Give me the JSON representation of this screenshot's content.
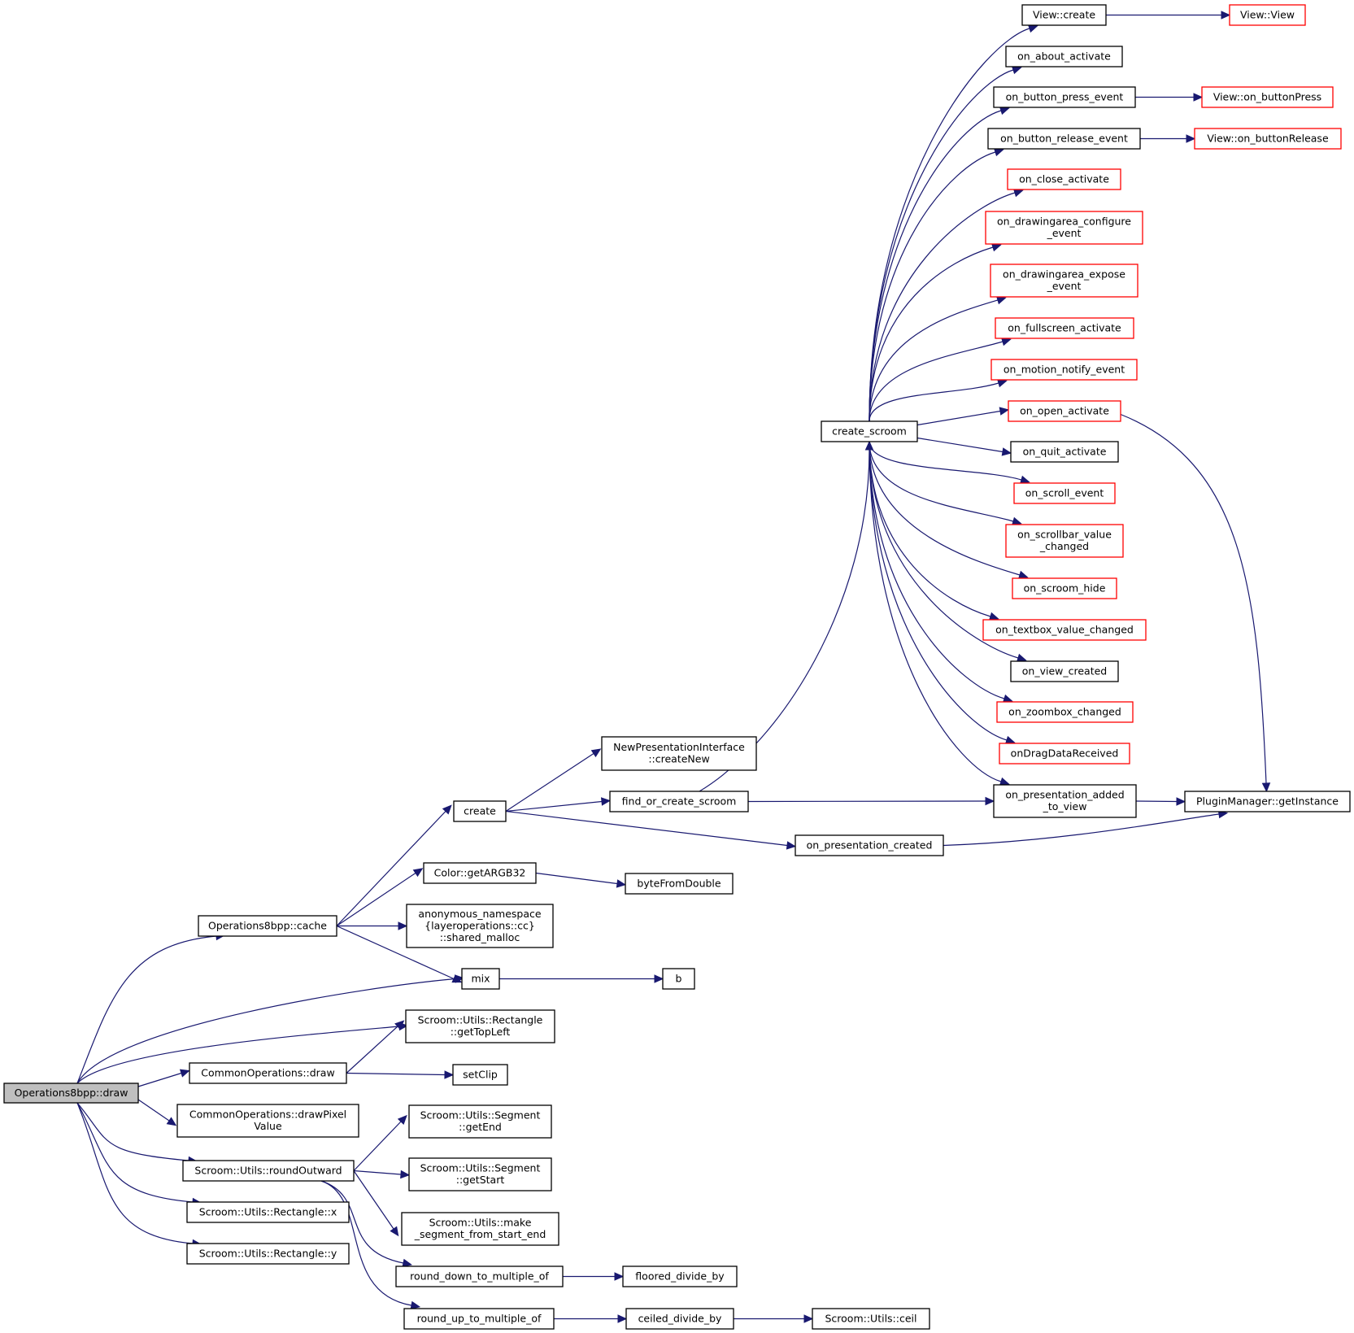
{
  "graph": {
    "title": "Call graph for Operations8bpp::draw",
    "colors": {
      "edge": "#191970",
      "node_border": "#000000",
      "truncated_node_border": "#ff0000",
      "root_fill": "#bfbfbf",
      "node_fill": "#ffffff"
    },
    "nodes": [
      {
        "id": "draw8",
        "lines": [
          "Operations8bpp::draw"
        ],
        "kind": "root"
      },
      {
        "id": "cache",
        "lines": [
          "Operations8bpp::cache"
        ],
        "kind": "normal"
      },
      {
        "id": "create",
        "lines": [
          "create"
        ],
        "kind": "normal"
      },
      {
        "id": "createNew",
        "lines": [
          "NewPresentationInterface",
          "::createNew"
        ],
        "kind": "normal"
      },
      {
        "id": "find_or_create_scroom",
        "lines": [
          "find_or_create_scroom"
        ],
        "kind": "normal"
      },
      {
        "id": "on_presentation_created",
        "lines": [
          "on_presentation_created"
        ],
        "kind": "normal"
      },
      {
        "id": "create_scroom",
        "lines": [
          "create_scroom"
        ],
        "kind": "normal"
      },
      {
        "id": "view_create",
        "lines": [
          "View::create"
        ],
        "kind": "normal"
      },
      {
        "id": "view_view",
        "lines": [
          "View::View"
        ],
        "kind": "truncated"
      },
      {
        "id": "on_about_activate",
        "lines": [
          "on_about_activate"
        ],
        "kind": "normal"
      },
      {
        "id": "on_button_press_event",
        "lines": [
          "on_button_press_event"
        ],
        "kind": "normal"
      },
      {
        "id": "view_on_buttonPress",
        "lines": [
          "View::on_buttonPress"
        ],
        "kind": "truncated"
      },
      {
        "id": "on_button_release_event",
        "lines": [
          "on_button_release_event"
        ],
        "kind": "normal"
      },
      {
        "id": "view_on_buttonRelease",
        "lines": [
          "View::on_buttonRelease"
        ],
        "kind": "truncated"
      },
      {
        "id": "on_close_activate",
        "lines": [
          "on_close_activate"
        ],
        "kind": "truncated"
      },
      {
        "id": "on_drawingarea_configure_event",
        "lines": [
          "on_drawingarea_configure",
          "_event"
        ],
        "kind": "truncated"
      },
      {
        "id": "on_drawingarea_expose_event",
        "lines": [
          "on_drawingarea_expose",
          "_event"
        ],
        "kind": "truncated"
      },
      {
        "id": "on_fullscreen_activate",
        "lines": [
          "on_fullscreen_activate"
        ],
        "kind": "truncated"
      },
      {
        "id": "on_motion_notify_event",
        "lines": [
          "on_motion_notify_event"
        ],
        "kind": "truncated"
      },
      {
        "id": "on_open_activate",
        "lines": [
          "on_open_activate"
        ],
        "kind": "truncated"
      },
      {
        "id": "on_quit_activate",
        "lines": [
          "on_quit_activate"
        ],
        "kind": "normal"
      },
      {
        "id": "on_scroll_event",
        "lines": [
          "on_scroll_event"
        ],
        "kind": "truncated"
      },
      {
        "id": "on_scrollbar_value_changed",
        "lines": [
          "on_scrollbar_value",
          "_changed"
        ],
        "kind": "truncated"
      },
      {
        "id": "on_scroom_hide",
        "lines": [
          "on_scroom_hide"
        ],
        "kind": "truncated"
      },
      {
        "id": "on_textbox_value_changed",
        "lines": [
          "on_textbox_value_changed"
        ],
        "kind": "truncated"
      },
      {
        "id": "on_view_created",
        "lines": [
          "on_view_created"
        ],
        "kind": "normal"
      },
      {
        "id": "on_zoombox_changed",
        "lines": [
          "on_zoombox_changed"
        ],
        "kind": "truncated"
      },
      {
        "id": "onDragDataReceived",
        "lines": [
          "onDragDataReceived"
        ],
        "kind": "truncated"
      },
      {
        "id": "on_presentation_added_to_view",
        "lines": [
          "on_presentation_added",
          "_to_view"
        ],
        "kind": "normal"
      },
      {
        "id": "pluginmanager_getInstance",
        "lines": [
          "PluginManager::getInstance"
        ],
        "kind": "normal"
      },
      {
        "id": "color_getARGB32",
        "lines": [
          "Color::getARGB32"
        ],
        "kind": "normal"
      },
      {
        "id": "byteFromDouble",
        "lines": [
          "byteFromDouble"
        ],
        "kind": "normal"
      },
      {
        "id": "shared_malloc",
        "lines": [
          "anonymous_namespace",
          "{layeroperations::cc}",
          "::shared_malloc"
        ],
        "kind": "normal"
      },
      {
        "id": "mix",
        "lines": [
          "mix"
        ],
        "kind": "normal"
      },
      {
        "id": "b",
        "lines": [
          "b"
        ],
        "kind": "normal"
      },
      {
        "id": "rect_getTopLeft",
        "lines": [
          "Scroom::Utils::Rectangle",
          "::getTopLeft"
        ],
        "kind": "normal"
      },
      {
        "id": "common_draw",
        "lines": [
          "CommonOperations::draw"
        ],
        "kind": "normal"
      },
      {
        "id": "setClip",
        "lines": [
          "setClip"
        ],
        "kind": "normal"
      },
      {
        "id": "drawPixelValue",
        "lines": [
          "CommonOperations::drawPixel",
          "Value"
        ],
        "kind": "normal"
      },
      {
        "id": "segment_getEnd",
        "lines": [
          "Scroom::Utils::Segment",
          "::getEnd"
        ],
        "kind": "normal"
      },
      {
        "id": "roundOutward",
        "lines": [
          "Scroom::Utils::roundOutward"
        ],
        "kind": "normal"
      },
      {
        "id": "segment_getStart",
        "lines": [
          "Scroom::Utils::Segment",
          "::getStart"
        ],
        "kind": "normal"
      },
      {
        "id": "rect_x",
        "lines": [
          "Scroom::Utils::Rectangle::x"
        ],
        "kind": "normal"
      },
      {
        "id": "make_segment",
        "lines": [
          "Scroom::Utils::make",
          "_segment_from_start_end"
        ],
        "kind": "normal"
      },
      {
        "id": "rect_y",
        "lines": [
          "Scroom::Utils::Rectangle::y"
        ],
        "kind": "normal"
      },
      {
        "id": "round_down",
        "lines": [
          "round_down_to_multiple_of"
        ],
        "kind": "normal"
      },
      {
        "id": "floored_divide_by",
        "lines": [
          "floored_divide_by"
        ],
        "kind": "normal"
      },
      {
        "id": "round_up",
        "lines": [
          "round_up_to_multiple_of"
        ],
        "kind": "normal"
      },
      {
        "id": "ceiled_divide_by",
        "lines": [
          "ceiled_divide_by"
        ],
        "kind": "normal"
      },
      {
        "id": "scroom_ceil",
        "lines": [
          "Scroom::Utils::ceil"
        ],
        "kind": "normal"
      }
    ],
    "edges": [
      {
        "from": "draw8",
        "to": "cache"
      },
      {
        "from": "draw8",
        "to": "mix"
      },
      {
        "from": "draw8",
        "to": "rect_getTopLeft"
      },
      {
        "from": "draw8",
        "to": "common_draw"
      },
      {
        "from": "draw8",
        "to": "drawPixelValue"
      },
      {
        "from": "draw8",
        "to": "roundOutward"
      },
      {
        "from": "draw8",
        "to": "rect_x"
      },
      {
        "from": "draw8",
        "to": "rect_y"
      },
      {
        "from": "cache",
        "to": "create"
      },
      {
        "from": "cache",
        "to": "color_getARGB32"
      },
      {
        "from": "cache",
        "to": "shared_malloc"
      },
      {
        "from": "cache",
        "to": "mix"
      },
      {
        "from": "create",
        "to": "createNew"
      },
      {
        "from": "create",
        "to": "find_or_create_scroom"
      },
      {
        "from": "create",
        "to": "on_presentation_created"
      },
      {
        "from": "find_or_create_scroom",
        "to": "create_scroom"
      },
      {
        "from": "find_or_create_scroom",
        "to": "on_presentation_added_to_view"
      },
      {
        "from": "on_presentation_created",
        "to": "pluginmanager_getInstance"
      },
      {
        "from": "create_scroom",
        "to": "view_create"
      },
      {
        "from": "create_scroom",
        "to": "on_about_activate"
      },
      {
        "from": "create_scroom",
        "to": "on_button_press_event"
      },
      {
        "from": "create_scroom",
        "to": "on_button_release_event"
      },
      {
        "from": "create_scroom",
        "to": "on_close_activate"
      },
      {
        "from": "create_scroom",
        "to": "on_drawingarea_configure_event"
      },
      {
        "from": "create_scroom",
        "to": "on_drawingarea_expose_event"
      },
      {
        "from": "create_scroom",
        "to": "on_fullscreen_activate"
      },
      {
        "from": "create_scroom",
        "to": "on_motion_notify_event"
      },
      {
        "from": "create_scroom",
        "to": "on_open_activate"
      },
      {
        "from": "create_scroom",
        "to": "on_quit_activate"
      },
      {
        "from": "create_scroom",
        "to": "on_scroll_event"
      },
      {
        "from": "create_scroom",
        "to": "on_scrollbar_value_changed"
      },
      {
        "from": "create_scroom",
        "to": "on_scroom_hide"
      },
      {
        "from": "create_scroom",
        "to": "on_textbox_value_changed"
      },
      {
        "from": "create_scroom",
        "to": "on_view_created"
      },
      {
        "from": "create_scroom",
        "to": "on_zoombox_changed"
      },
      {
        "from": "create_scroom",
        "to": "onDragDataReceived"
      },
      {
        "from": "create_scroom",
        "to": "on_presentation_added_to_view"
      },
      {
        "from": "view_create",
        "to": "view_view"
      },
      {
        "from": "on_button_press_event",
        "to": "view_on_buttonPress"
      },
      {
        "from": "on_button_release_event",
        "to": "view_on_buttonRelease"
      },
      {
        "from": "on_open_activate",
        "to": "pluginmanager_getInstance"
      },
      {
        "from": "on_presentation_added_to_view",
        "to": "pluginmanager_getInstance"
      },
      {
        "from": "color_getARGB32",
        "to": "byteFromDouble"
      },
      {
        "from": "mix",
        "to": "b"
      },
      {
        "from": "common_draw",
        "to": "rect_getTopLeft"
      },
      {
        "from": "common_draw",
        "to": "setClip"
      },
      {
        "from": "roundOutward",
        "to": "segment_getEnd"
      },
      {
        "from": "roundOutward",
        "to": "segment_getStart"
      },
      {
        "from": "roundOutward",
        "to": "make_segment"
      },
      {
        "from": "roundOutward",
        "to": "round_down"
      },
      {
        "from": "roundOutward",
        "to": "round_up"
      },
      {
        "from": "round_down",
        "to": "floored_divide_by"
      },
      {
        "from": "round_up",
        "to": "ceiled_divide_by"
      },
      {
        "from": "ceiled_divide_by",
        "to": "scroom_ceil"
      }
    ]
  }
}
